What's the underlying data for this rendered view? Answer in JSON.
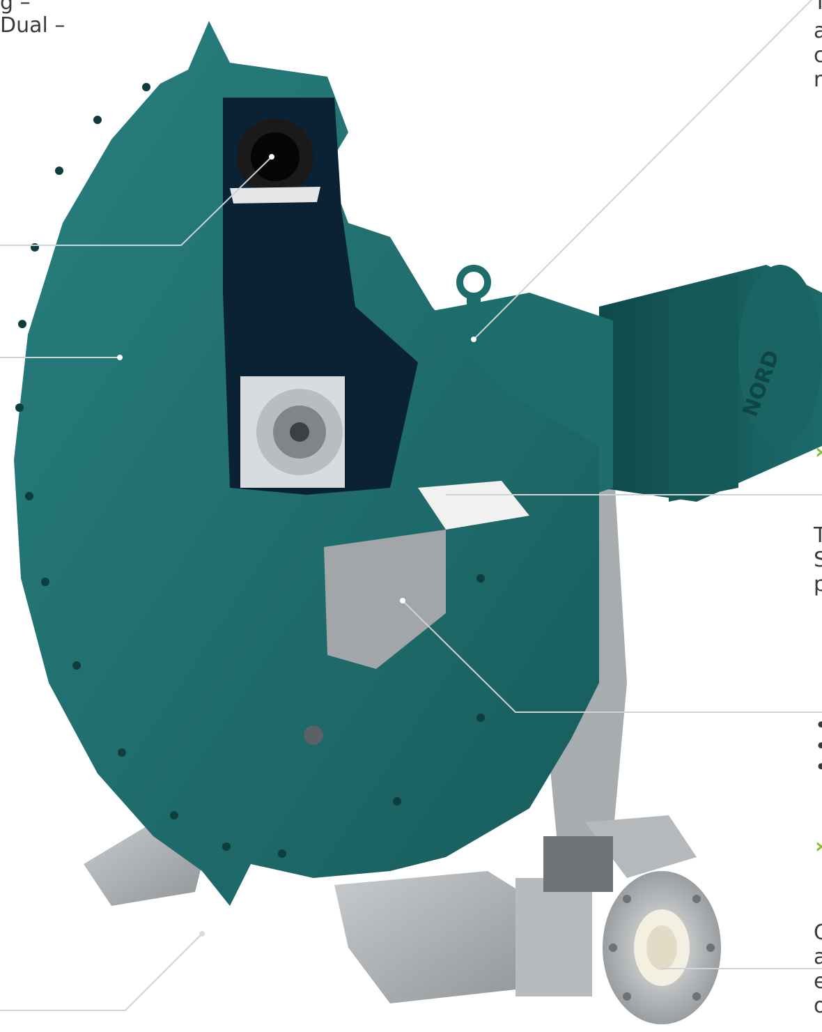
{
  "left_text": {
    "line1": "g –",
    "line2": "Dual –"
  },
  "right_text": {
    "block1": [
      "T",
      "a",
      "c",
      "r"
    ],
    "block2": [
      "T",
      "S",
      "p"
    ],
    "block3": [
      "C",
      "a",
      "e",
      "o"
    ]
  },
  "arrows": {
    "a1": "›",
    "a2": "›"
  },
  "bullets": [
    "•",
    "•",
    "•"
  ],
  "illustration": {
    "motor_brand": "NORD"
  },
  "colors": {
    "pump_teal": "#1f6f6f",
    "accent_green": "#7fbf2a",
    "steel": "#a9adb0"
  }
}
